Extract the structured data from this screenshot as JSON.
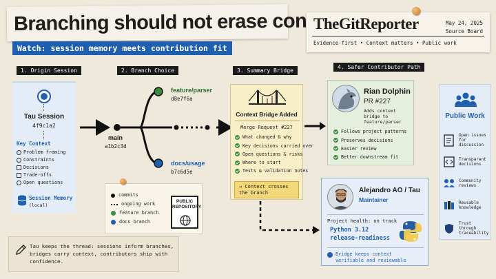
{
  "header": {
    "title": "Branching should not erase context",
    "subtitle": "Watch: session memory meets contribution fit",
    "masthead": "TheGitReporter",
    "date": "May 24, 2025",
    "board": "Source Board",
    "tagline": "Evidence-first • Context matters • Public work"
  },
  "steps": [
    "1. Origin Session",
    "2. Branch Choice",
    "3. Summary Bridge",
    "4. Safer Contributor Path"
  ],
  "origin": {
    "title": "Tau Session",
    "hash": "4f9c1a2",
    "key_context_label": "Key Context",
    "items": [
      "Problem framing",
      "Constraints",
      "Decisions",
      "Trade-offs",
      "Open questions"
    ],
    "memory_title": "Session Memory",
    "memory_sub": "(local)"
  },
  "branch": {
    "main_label": "main",
    "main_hash": "a1b2c3d",
    "feature_label": "feature/parser",
    "feature_hash": "d8e7f6a",
    "docs_label": "docs/usage",
    "docs_hash": "b7c6d5e"
  },
  "legend": {
    "items": [
      "commits",
      "ongoing work",
      "feature branch",
      "docs branch"
    ],
    "stamp": "PUBLIC REPOSITORY"
  },
  "bridge": {
    "title": "Context Bridge Added",
    "merge": "Merge Request #227",
    "items": [
      "What changed & why",
      "Key decisions carried over",
      "Open questions & risks",
      "Where to start",
      "Tests & validation notes"
    ],
    "callout": "→ Context crosses the branch"
  },
  "rian": {
    "name": "Rian Dolphin",
    "pr": "PR #227",
    "desc": "Adds context bridge to feature/parser",
    "items": [
      "Follows project patterns",
      "Preserves decisions",
      "Easier review",
      "Better downstream fit"
    ]
  },
  "alejandro": {
    "name": "Alejandro AO / Tau",
    "role": "Maintainer",
    "health": "Project health: on track",
    "python": "Python 3.12",
    "readiness": "release-readiness",
    "footer": "Bridge keeps context verifiable and reviewable"
  },
  "public_work": {
    "title": "Public Work",
    "items": [
      "Open issues for discussion",
      "Transparent decisions",
      "Community reviews",
      "Reusable knowledge",
      "Trust through traceability"
    ]
  },
  "note": "Tau keeps the thread: sessions inform branches, bridges carry context, contributors ship with confidence.",
  "colors": {
    "accent_blue": "#1f5fb0",
    "green": "#3b8a3d",
    "note_yellow": "#f2d878"
  }
}
